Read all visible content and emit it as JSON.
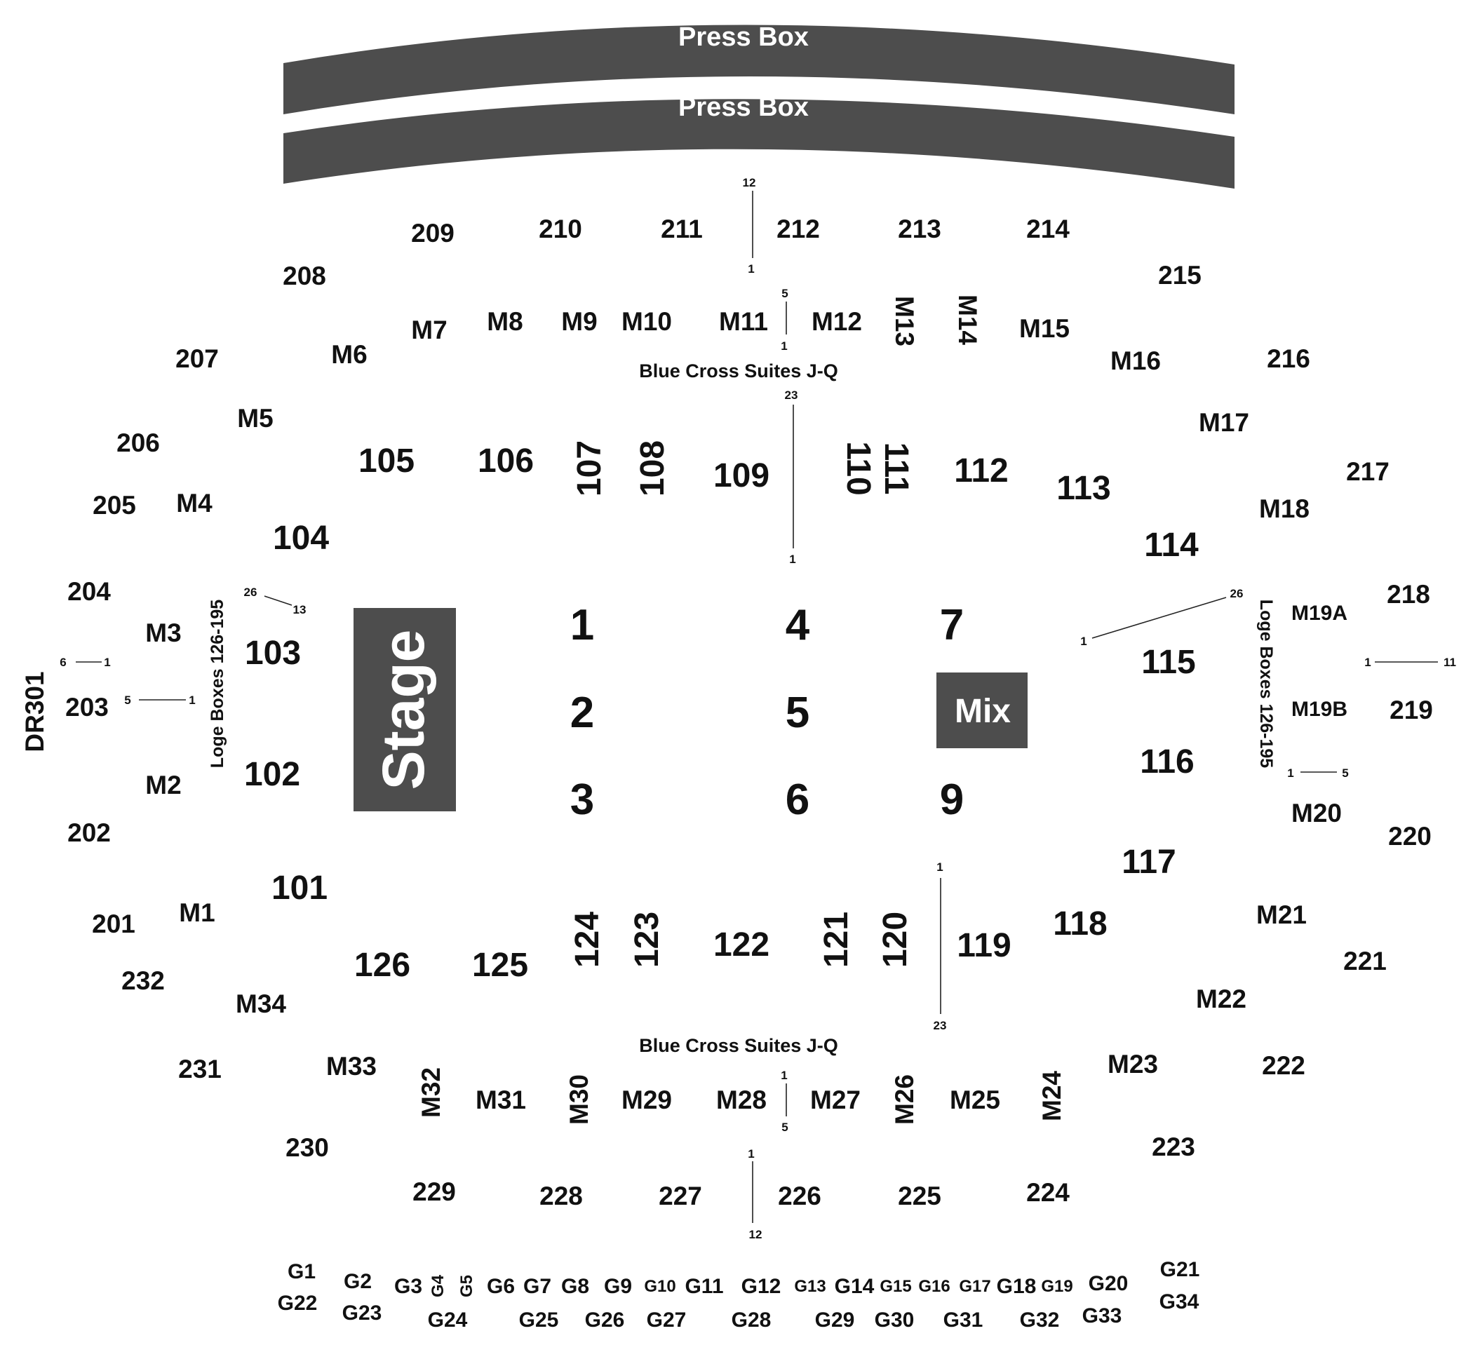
{
  "venue": {
    "press_box": [
      "Press Box",
      "Press Box"
    ],
    "stage": "Stage",
    "mix": "Mix",
    "suites_top": "Blue Cross Suites J-Q",
    "suites_bottom": "Blue Cross Suites J-Q",
    "loge_left": "Loge Boxes 126-195",
    "loge_right": "Loge Boxes 126-195",
    "dr": "DR301",
    "colors": {
      "dark_fill": "#4d4d4d",
      "text": "#111111",
      "background": "#ffffff"
    }
  },
  "floor": [
    "1",
    "2",
    "3",
    "4",
    "5",
    "6",
    "7",
    "9"
  ],
  "lower": [
    "101",
    "102",
    "103",
    "104",
    "105",
    "106",
    "107",
    "108",
    "109",
    "110",
    "111",
    "112",
    "113",
    "114",
    "115",
    "116",
    "117",
    "118",
    "119",
    "120",
    "121",
    "122",
    "123",
    "124",
    "125",
    "126"
  ],
  "mezz": [
    "M1",
    "M2",
    "M3",
    "M4",
    "M5",
    "M6",
    "M7",
    "M8",
    "M9",
    "M10",
    "M11",
    "M12",
    "M13",
    "M14",
    "M15",
    "M16",
    "M17",
    "M18",
    "M19A",
    "M19B",
    "M20",
    "M21",
    "M22",
    "M23",
    "M24",
    "M25",
    "M26",
    "M27",
    "M28",
    "M29",
    "M30",
    "M31",
    "M32",
    "M33",
    "M34"
  ],
  "upper": [
    "201",
    "202",
    "203",
    "204",
    "205",
    "206",
    "207",
    "208",
    "209",
    "210",
    "211",
    "212",
    "213",
    "214",
    "215",
    "216",
    "217",
    "218",
    "219",
    "220",
    "221",
    "222",
    "223",
    "224",
    "225",
    "226",
    "227",
    "228",
    "229",
    "230",
    "231",
    "232"
  ],
  "gboxes": [
    "G1",
    "G2",
    "G3",
    "G4",
    "G5",
    "G6",
    "G7",
    "G8",
    "G9",
    "G10",
    "G11",
    "G12",
    "G13",
    "G14",
    "G15",
    "G16",
    "G17",
    "G18",
    "G19",
    "G20",
    "G21",
    "G22",
    "G23",
    "G24",
    "G25",
    "G26",
    "G27",
    "G28",
    "G29",
    "G30",
    "G31",
    "G32",
    "G33",
    "G34"
  ],
  "row_markers": {
    "top_212": [
      "12",
      "1"
    ],
    "top_m11": [
      "5",
      "1"
    ],
    "top_109": [
      "23",
      "1"
    ],
    "left_103": [
      "26",
      "13"
    ],
    "left_204": [
      "6",
      "1"
    ],
    "left_203": [
      "5",
      "1"
    ],
    "right_115": [
      "26",
      "1"
    ],
    "right_218": [
      "1",
      "11"
    ],
    "right_219": [
      "1",
      "5"
    ],
    "bottom_119": [
      "1",
      "23"
    ],
    "bottom_m28": [
      "1",
      "5"
    ],
    "bottom_226": [
      "1",
      "12"
    ]
  }
}
